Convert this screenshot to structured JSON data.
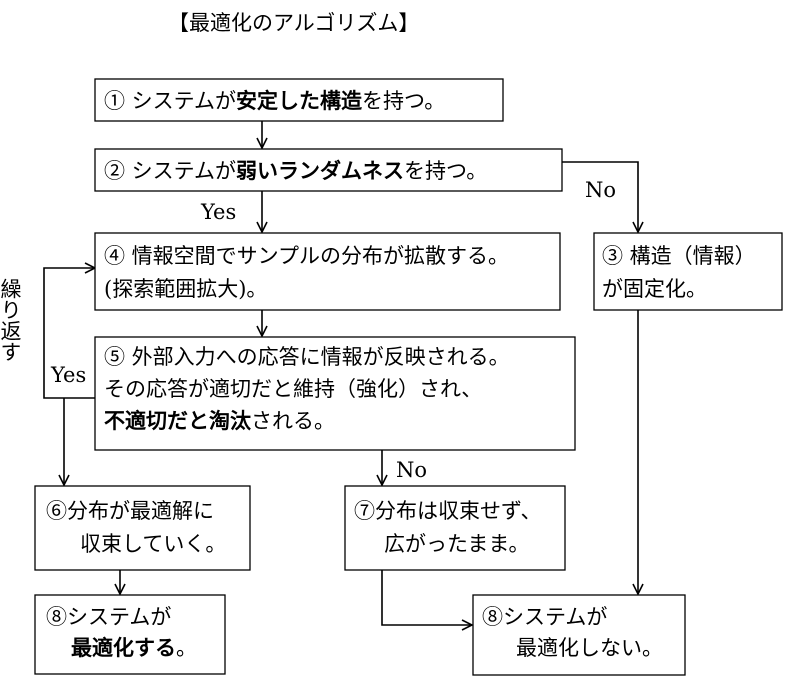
{
  "title": "【最適化のアルゴリズム】",
  "nodes": {
    "n1": {
      "lines": [
        [
          {
            "t": "① システムが"
          },
          {
            "t": "安定した構造",
            "b": true
          },
          {
            "t": "を持つ。"
          }
        ]
      ]
    },
    "n2": {
      "lines": [
        [
          {
            "t": "② システムが"
          },
          {
            "t": "弱いランダムネス",
            "b": true
          },
          {
            "t": "を持つ。"
          }
        ]
      ]
    },
    "n3": {
      "lines": [
        [
          {
            "t": "③ 構造（情報）"
          }
        ],
        [
          {
            "t": "が固定化。"
          }
        ]
      ]
    },
    "n4": {
      "lines": [
        [
          {
            "t": "④ 情報空間でサンプルの分布が拡散する。"
          }
        ],
        [
          {
            "t": "(探索範囲拡大)。"
          }
        ]
      ]
    },
    "n5": {
      "lines": [
        [
          {
            "t": "⑤ 外部入力への応答に情報が反映される。"
          }
        ],
        [
          {
            "t": "その応答が適切だと維持（強化）され、"
          }
        ],
        [
          {
            "t": "不適切だと淘汰",
            "b": true
          },
          {
            "t": "される。"
          }
        ]
      ]
    },
    "n6": {
      "lines": [
        [
          {
            "t": "⑥分布が最適解に"
          }
        ],
        [
          {
            "t": "収束していく。"
          }
        ]
      ]
    },
    "n7": {
      "lines": [
        [
          {
            "t": "⑦分布は収束せず、"
          }
        ],
        [
          {
            "t": "広がったまま。"
          }
        ]
      ]
    },
    "n8a": {
      "lines": [
        [
          {
            "t": "⑧システムが"
          }
        ],
        [
          {
            "t": "最適化する",
            "b": true
          },
          {
            "t": "。"
          }
        ]
      ]
    },
    "n8b": {
      "lines": [
        [
          {
            "t": "⑧システムが"
          }
        ],
        [
          {
            "t": "最適化しない。"
          }
        ]
      ]
    }
  },
  "labels": {
    "yes_top": "Yes",
    "no_right": "No",
    "yes_left": "Yes",
    "no_mid": "No",
    "repeat": "繰り返す"
  }
}
